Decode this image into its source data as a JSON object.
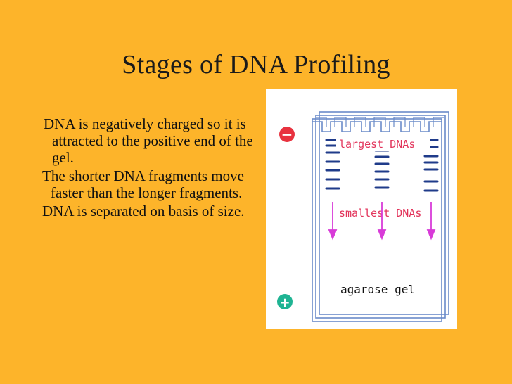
{
  "slide": {
    "title": "Stages of DNA Profiling",
    "bullets": [
      "DNA is negatively charged so it is attracted to the positive end of the gel.",
      "The shorter DNA fragments move faster than the longer fragments.",
      "DNA is separated on basis of size."
    ]
  },
  "figure": {
    "minus_label": "−",
    "plus_label": "+",
    "largest_label": "largest DNAs",
    "smallest_label": "smallest DNAs",
    "gel_label": "agarose gel",
    "colors": {
      "gel_outline": "#6a8bc9",
      "bands": "#1f3b8a",
      "arrows": "#d83bd8",
      "red_text": "#e2335a",
      "minus_circle": "#e8323f",
      "plus_circle": "#1fb493"
    }
  }
}
